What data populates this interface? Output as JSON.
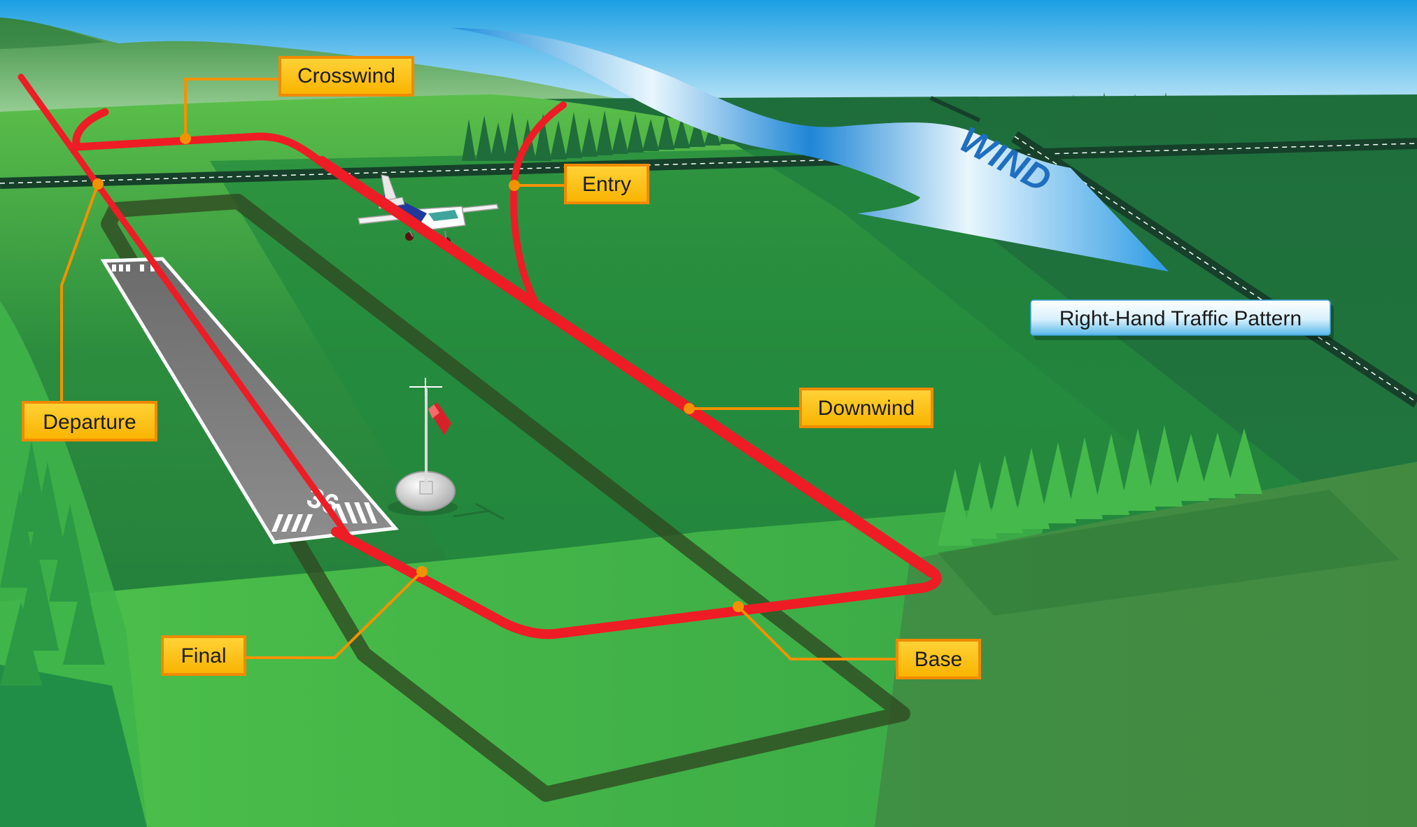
{
  "labels": {
    "crosswind": "Crosswind",
    "entry": "Entry",
    "departure": "Departure",
    "downwind": "Downwind",
    "final": "Final",
    "base": "Base"
  },
  "title_badge": "Right-Hand Traffic Pattern",
  "wind_text": "WIND",
  "runway_number": "36",
  "colors": {
    "pattern": "#ee1c25",
    "callout_fill": "#fdc10a",
    "callout_border": "#f08a00",
    "leader": "#f39200",
    "wind_arrow": "#2b8fde",
    "badge": "#6cc3ef",
    "grass_dark": "#1e7a3c",
    "grass_light": "#4cb748"
  }
}
